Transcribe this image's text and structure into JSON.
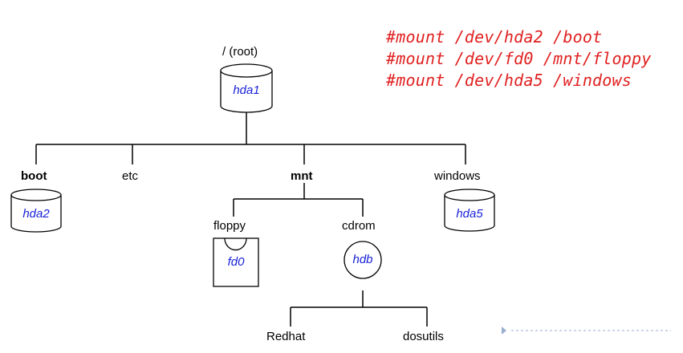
{
  "tree": {
    "root": {
      "label": "/ (root)",
      "device": "hda1"
    },
    "children": [
      {
        "id": "boot",
        "label": "boot",
        "bold": true,
        "device": "hda2"
      },
      {
        "id": "etc",
        "label": "etc",
        "bold": false
      },
      {
        "id": "mnt",
        "label": "mnt",
        "bold": true
      },
      {
        "id": "windows",
        "label": "windows",
        "bold": false,
        "device": "hda5"
      }
    ],
    "mnt_children": [
      {
        "id": "floppy",
        "label": "floppy",
        "device": "fd0"
      },
      {
        "id": "cdrom",
        "label": "cdrom",
        "device": "hdb"
      }
    ],
    "cdrom_children": [
      {
        "id": "redhat",
        "label": "Redhat"
      },
      {
        "id": "dosutils",
        "label": "dosutils"
      }
    ]
  },
  "commands": [
    "#mount /dev/hda2  /boot",
    "#mount /dev/fd0  /mnt/floppy",
    "#mount /dev/hda5  /windows"
  ],
  "colors": {
    "device_text": "#1a22d8",
    "command_text": "#e02020",
    "line": "#000000",
    "dashed_line": "#9aaed0"
  }
}
